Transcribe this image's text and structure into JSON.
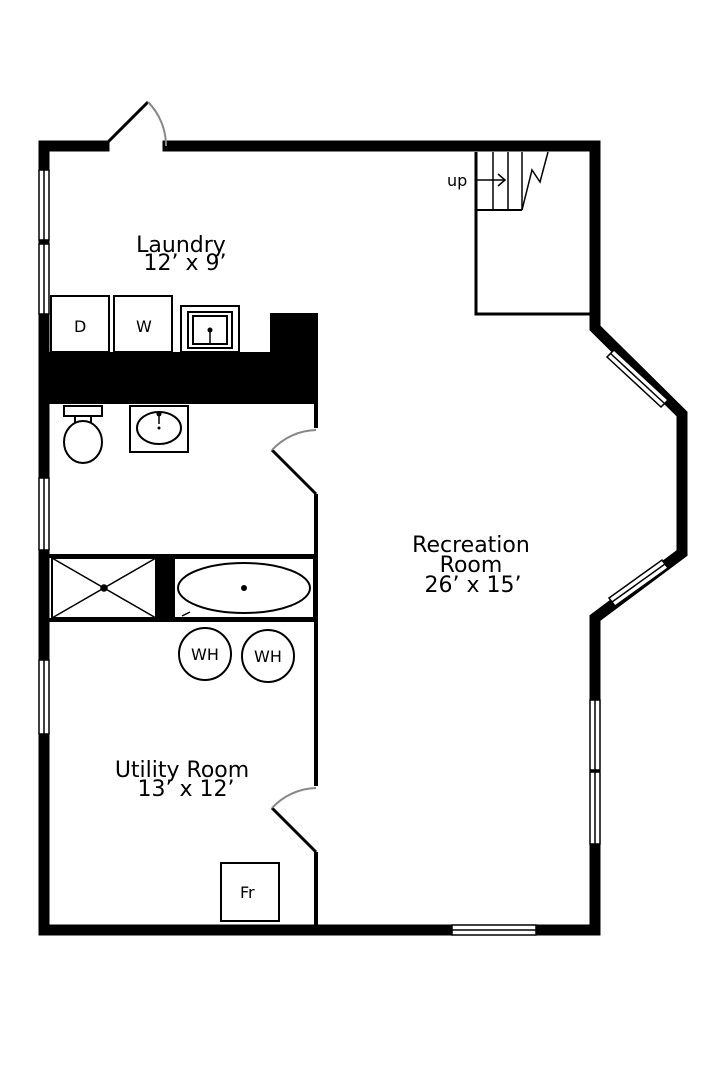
{
  "rooms": {
    "laundry": {
      "name": "Laundry",
      "size": "12’ x 9’"
    },
    "recreation": {
      "name_line1": "Recreation",
      "name_line2": "Room",
      "size": "26’ x 15’"
    },
    "utility": {
      "name": "Utility Room",
      "size": "13’ x 12’"
    }
  },
  "fixtures": {
    "dryer": "D",
    "washer": "W",
    "water_heater_1": "WH",
    "water_heater_2": "WH",
    "freezer": "Fr"
  },
  "stairs": {
    "label": "up"
  }
}
